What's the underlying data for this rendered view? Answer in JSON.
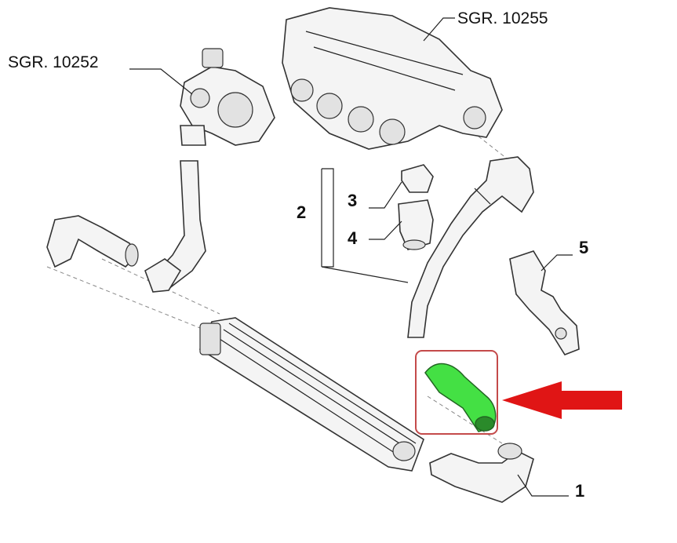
{
  "diagram": {
    "callouts": {
      "ref_10255": "SGR. 10255",
      "ref_10252": "SGR. 10252",
      "part_1": "1",
      "part_2": "2",
      "part_3": "3",
      "part_4": "4",
      "part_5": "5"
    },
    "colors": {
      "highlight_part": "#44e044",
      "highlight_frame": "#c44a4a",
      "arrow": "#e01515",
      "line": "#222222",
      "background": "#ffffff"
    },
    "highlighted_part": "intercooler-hose"
  }
}
